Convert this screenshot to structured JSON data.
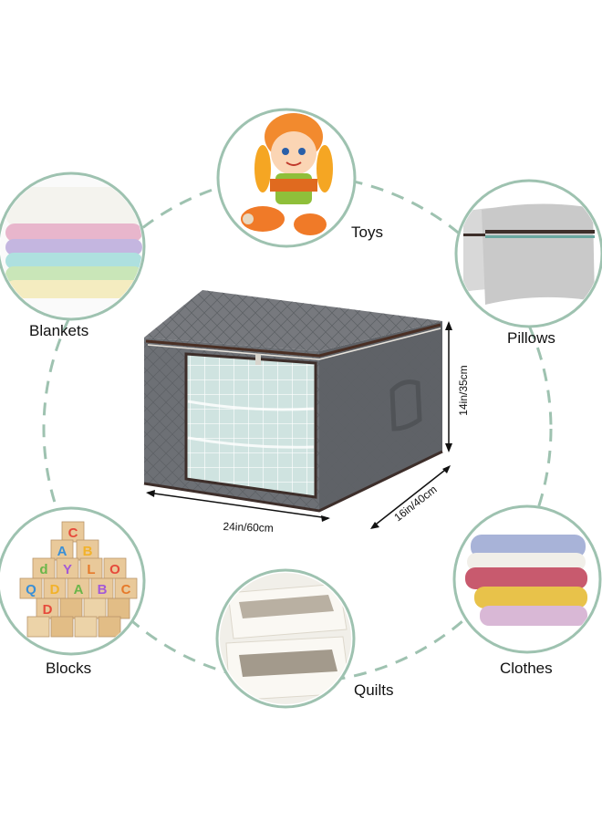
{
  "colors": {
    "ring": "#9ec2b0",
    "box": "#6c6f74",
    "box_dark": "#54575b",
    "zipper": "#5a3a2a"
  },
  "items": [
    {
      "key": "toys",
      "label": "Toys"
    },
    {
      "key": "blankets",
      "label": "Blankets"
    },
    {
      "key": "pillows",
      "label": "Pillows"
    },
    {
      "key": "blocks",
      "label": "Blocks"
    },
    {
      "key": "quilts",
      "label": "Quilts"
    },
    {
      "key": "clothes",
      "label": "Clothes"
    }
  ],
  "dimensions": {
    "height": "14in/35cm",
    "width": "24in/60cm",
    "depth": "16in/40cm"
  },
  "blocks_letters": [
    "C",
    "A",
    "B",
    "d",
    "Y",
    "L",
    "O",
    "Q",
    "D",
    "A",
    "B",
    "C",
    "D"
  ]
}
